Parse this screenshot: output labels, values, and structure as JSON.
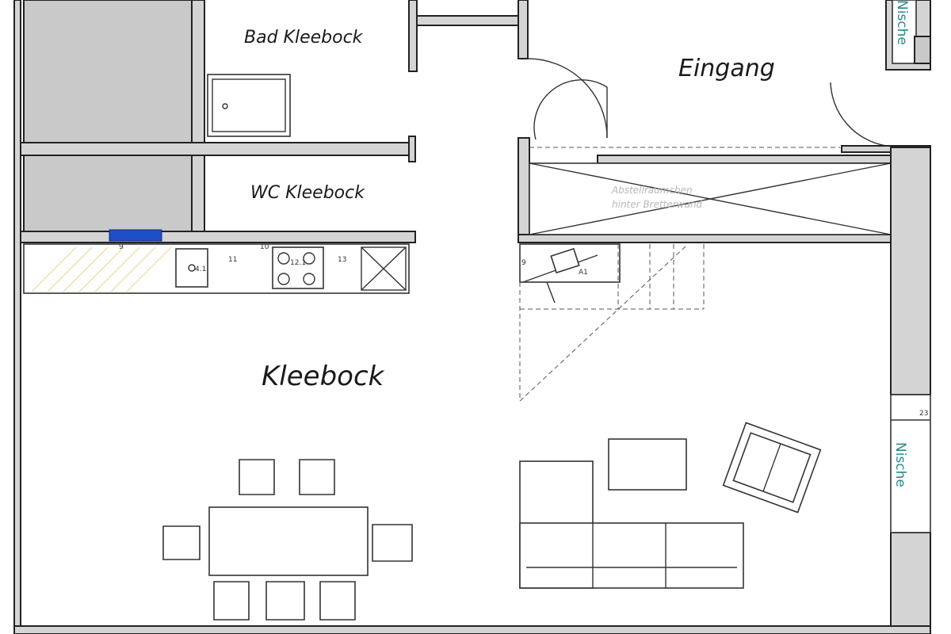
{
  "rooms": {
    "bad": "Bad Kleebock",
    "wc": "WC Kleebock",
    "eingang": "Eingang",
    "main": "Kleebock"
  },
  "niches": {
    "top": "Nische",
    "right": "Nische"
  },
  "storage_note": {
    "line1": "Abstellräumchen",
    "line2": "hinter Bretterwand"
  },
  "kitchen_labels": {
    "sink": "4.1",
    "a": "11",
    "b": "10",
    "hob": "12.1",
    "c": "13",
    "d": "9"
  },
  "stair_labels": {
    "a": "9",
    "b": "A1"
  },
  "dimension": "23",
  "colors": {
    "wall_fill": "#d4d4d4",
    "niche_text": "#2a8a8a",
    "accent_blue": "#1e4fc4",
    "kitchen_hatch": "#e8d690"
  }
}
